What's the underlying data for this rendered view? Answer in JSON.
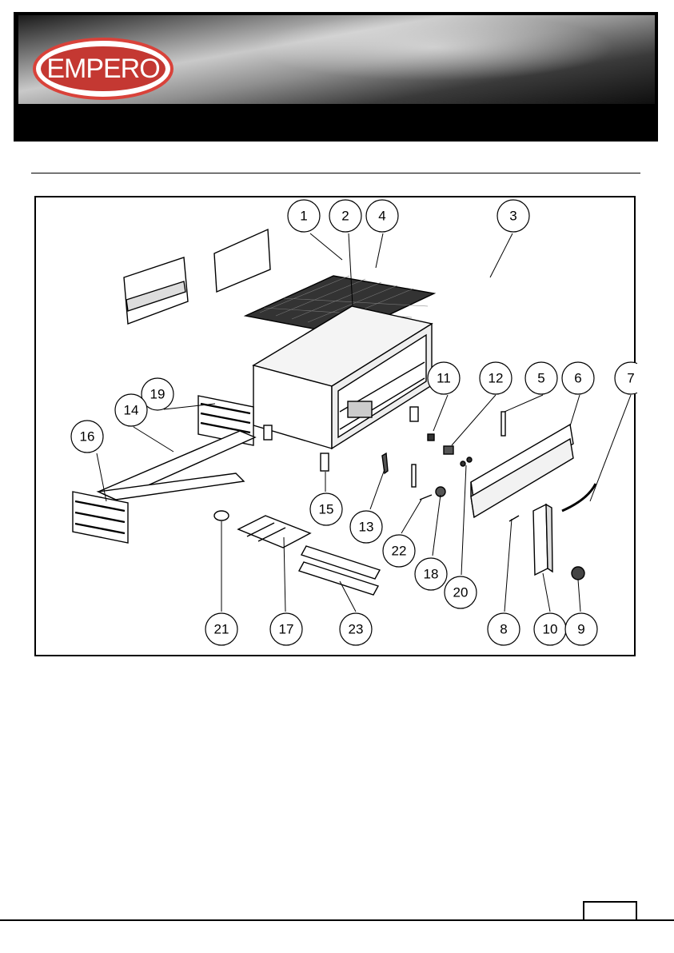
{
  "header": {
    "brand": "EMPERO",
    "colors": {
      "logo_ring": "#d9423a",
      "bar": "#000000"
    }
  },
  "diagram": {
    "callouts": [
      "1",
      "2",
      "4",
      "3",
      "19",
      "14",
      "16",
      "11",
      "12",
      "5",
      "6",
      "7",
      "15",
      "13",
      "22",
      "18",
      "20",
      "21",
      "17",
      "23",
      "8",
      "10",
      "9"
    ]
  }
}
